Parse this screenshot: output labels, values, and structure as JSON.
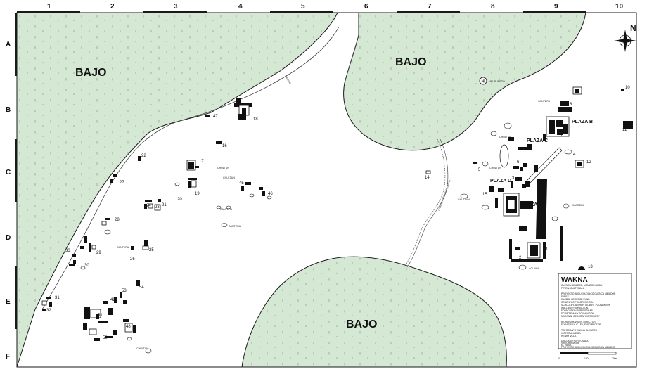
{
  "map": {
    "grid": {
      "columns": [
        "1",
        "2",
        "3",
        "4",
        "5",
        "6",
        "7",
        "8",
        "9",
        "10"
      ],
      "rows": [
        "A",
        "B",
        "C",
        "D",
        "E",
        "F"
      ]
    },
    "bajo_labels": [
      "BAJO",
      "BAJO",
      "BAJO"
    ],
    "plazas": [
      "PLAZA A",
      "PLAZA B",
      "PLAZA C",
      "PLAZA D"
    ],
    "heliport": {
      "symbol": "H",
      "label": "HELIPUERTO"
    },
    "structure_numbers": [
      "1",
      "2",
      "3",
      "4",
      "5",
      "6",
      "7",
      "8",
      "9",
      "10",
      "11",
      "12",
      "13",
      "14",
      "15",
      "16",
      "17",
      "18",
      "19",
      "20",
      "21",
      "22",
      "23",
      "24",
      "25",
      "26",
      "27",
      "28",
      "29",
      "30",
      "31",
      "32",
      "33",
      "37",
      "42",
      "45",
      "46",
      "47",
      "48",
      "50",
      "51",
      "53",
      "54"
    ],
    "minor_labels": [
      "CHULTUN",
      "CANTERA",
      "CANTERA",
      "CHULTUN",
      "CHULTUN",
      "CANTERA",
      "CHULTUN",
      "CHULTUN",
      "AGUADA",
      "CANTERA",
      "CHULTUN",
      "CANTERA"
    ],
    "roads": [
      "CAMINO",
      "CAMINO A TRES MASCARAS"
    ],
    "north": "N",
    "legend": {
      "title": "WAKNA",
      "lines": [
        "CUENCA MIRADOR, MIRADOR BASIN",
        "PETEN, GUATEMALA",
        "",
        "PROYECTO ARQUEOLOGICO CUENCA MIRADOR",
        "FARES",
        "GLOBAL HERITAGE FUND",
        "CEMENTOS PROGRESO S.A.",
        "SCHOOLEY-ARTHUR GILBERT FOUNDATION",
        "WALLACE FOUNDATION",
        "FOUNDATION FOR PIEDRAS",
        "SCRIPT FAMILY FOUNDATION",
        "NATIONAL GEOGRAPHIC SOCIETY",
        "",
        "RICHARD HANSEN, DIRECTOR",
        "EDGAR SUYUC LEY, SUBDIRECTOR",
        "",
        "TOPOGRAFO WAKNA OLIVARES",
        "VICTOR ALMEIDA",
        "HENRY VILLA",
        "",
        "DIBUJADO POR TOMADO",
        "VIKTOR K MEDE",
        "EL PAISA",
        "PROYECTO ARQUEOLOGICO CUENCA MIRADOR"
      ],
      "scale": [
        "0",
        "100",
        "200m"
      ]
    },
    "colors": {
      "bajo_fill": "#d5e8d4",
      "outline": "#1a1a1a",
      "structure": "#111111",
      "background": "#ffffff"
    }
  }
}
